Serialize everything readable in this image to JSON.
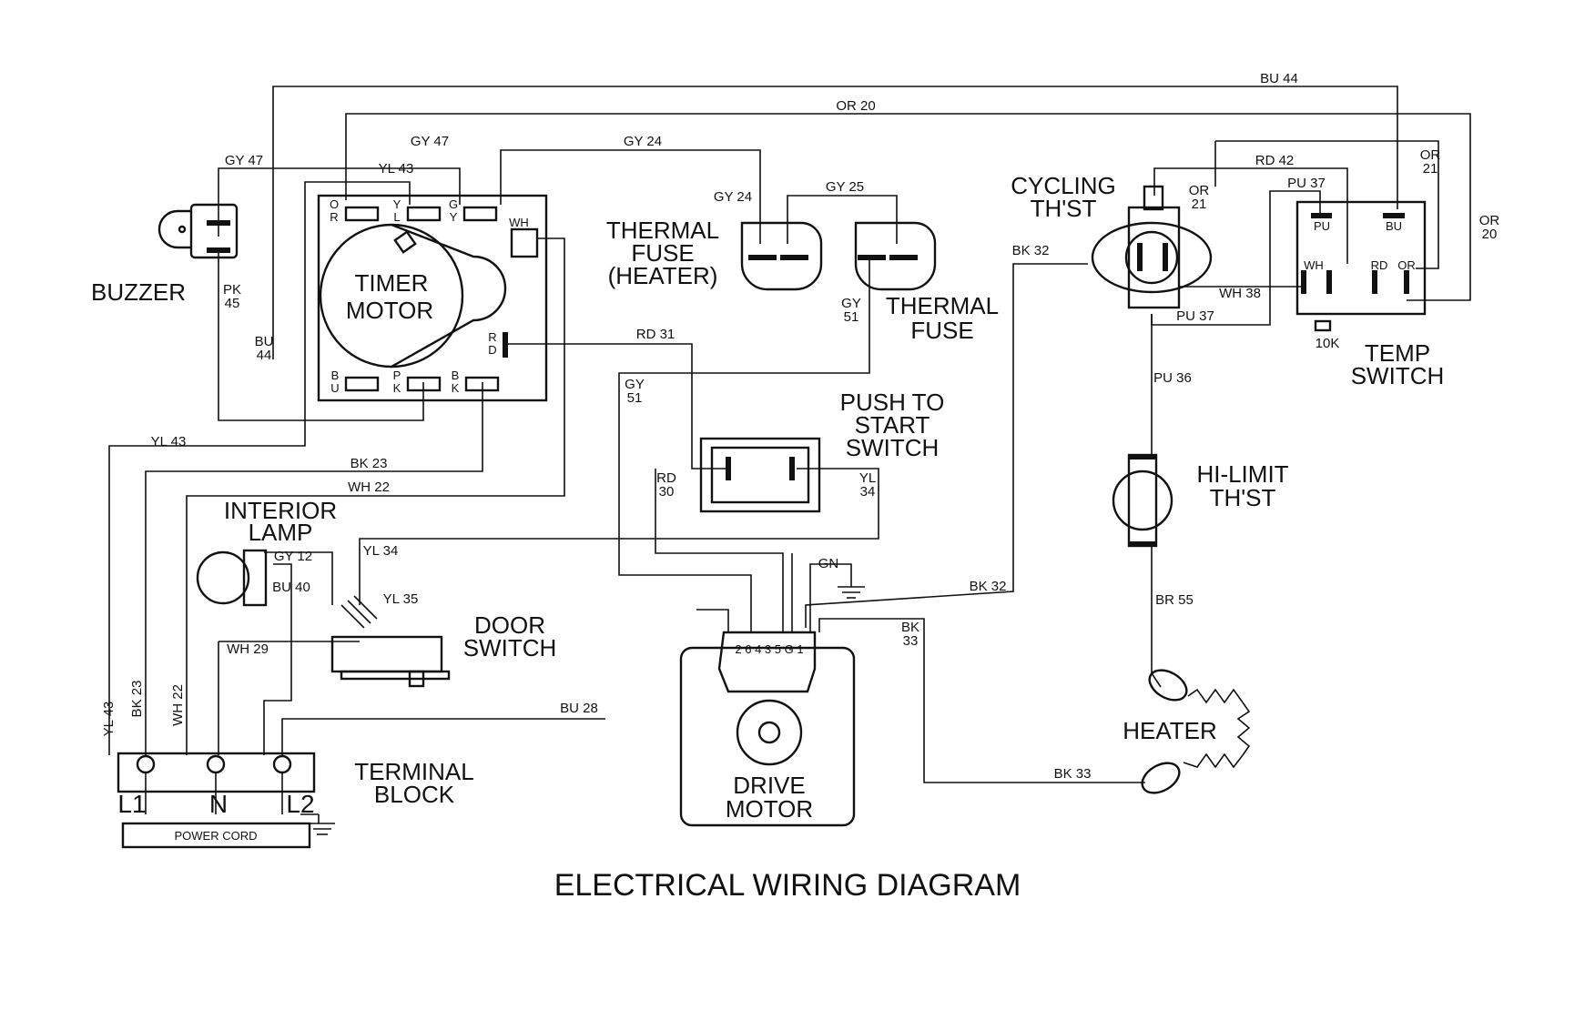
{
  "title": "ELECTRICAL WIRING DIAGRAM",
  "components": {
    "buzzer": "BUZZER",
    "timer_motor": [
      "TIMER",
      "MOTOR"
    ],
    "thermal_fuse_heater": [
      "THERMAL",
      "FUSE",
      "(HEATER)"
    ],
    "thermal_fuse": [
      "THERMAL",
      "FUSE"
    ],
    "cycling_thst": [
      "CYCLING",
      "TH'ST"
    ],
    "temp_switch": [
      "TEMP",
      "SWITCH"
    ],
    "push_to_start": [
      "PUSH TO",
      "START",
      "SWITCH"
    ],
    "hi_limit": [
      "HI-LIMIT",
      "TH'ST"
    ],
    "interior_lamp": [
      "INTERIOR",
      "LAMP"
    ],
    "door_switch": [
      "DOOR",
      "SWITCH"
    ],
    "heater": "HEATER",
    "drive_motor": [
      "DRIVE",
      "MOTOR"
    ],
    "terminal_block": [
      "TERMINAL",
      "BLOCK"
    ],
    "power_cord": "POWER CORD"
  },
  "terminals": {
    "l1": "L1",
    "n": "N",
    "l2": "L2",
    "gn": "GN",
    "resistor": "10K",
    "motor_pins": "2 6 4 3   5 G 1"
  },
  "timer_pins": {
    "or": [
      "O",
      "R"
    ],
    "yl": [
      "Y",
      "L"
    ],
    "gy": [
      "G",
      "Y"
    ],
    "wh": "WH",
    "rd": [
      "R",
      "D"
    ],
    "bu": [
      "B",
      "U"
    ],
    "pk": [
      "P",
      "K"
    ],
    "bk": [
      "B",
      "K"
    ]
  },
  "temp_pins": {
    "pu": "PU",
    "bu": "BU",
    "wh": "WH",
    "rd": "RD",
    "or": "OR"
  },
  "wires": {
    "bu44_top": "BU 44",
    "or20_top": "OR 20",
    "gy47_top": "GY 47",
    "gy47_left": "GY 47",
    "yl43_top": "YL 43",
    "gy24_top": "GY 24",
    "gy24_fuse": "GY 24",
    "gy25": "GY 25",
    "rd42": "RD 42",
    "or21_right": [
      "OR",
      "21"
    ],
    "or21_left": [
      "OR",
      "21"
    ],
    "pu37_top": "PU 37",
    "or20_right": [
      "OR",
      "20"
    ],
    "bk32_top": "BK 32",
    "wh38": "WH 38",
    "pu37_bottom": "PU 37",
    "pk45": [
      "PK",
      "45"
    ],
    "bu44_left": [
      "BU",
      "44"
    ],
    "gy51_fuse": [
      "GY",
      "51"
    ],
    "rd31": "RD 31",
    "gy51_mid": [
      "GY",
      "51"
    ],
    "pu36": "PU 36",
    "yl43_mid": "YL 43",
    "bk23_mid": "BK 23",
    "wh22_mid": "WH 22",
    "rd30": [
      "RD",
      "30"
    ],
    "yl34_right": [
      "YL",
      "34"
    ],
    "gy12": "GY 12",
    "yl34_left": "YL 34",
    "bu40": "BU 40",
    "yl35": "YL 35",
    "bk32_bottom": "BK 32",
    "br55": "BR 55",
    "wh29": "WH 29",
    "bk33_top": [
      "BK",
      "33"
    ],
    "bu28": "BU 28",
    "bk33_bottom": "BK 33",
    "yl43_v": "YL 43",
    "bk23_v": "BK 23",
    "wh22_v": "WH 22"
  }
}
